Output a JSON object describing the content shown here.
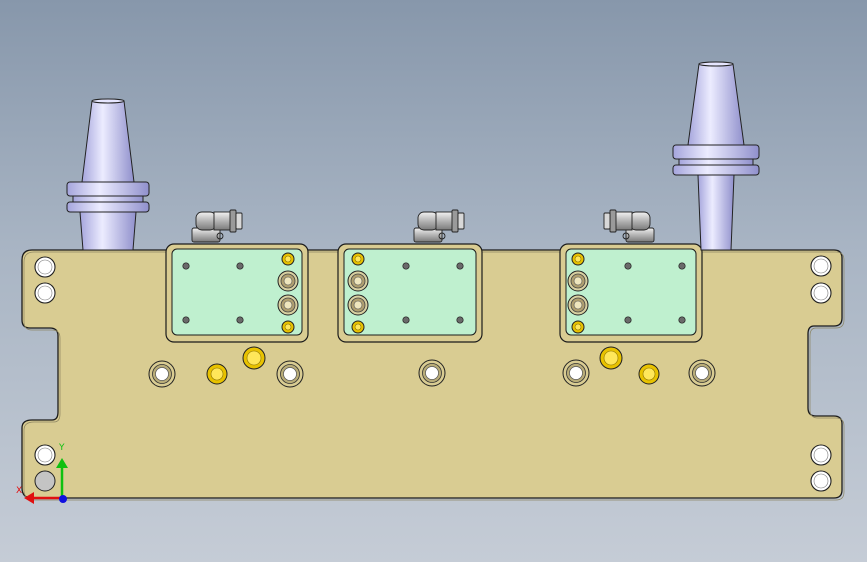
{
  "viewport": {
    "background_top": "#8797ab",
    "background_bottom": "#c5ccd6"
  },
  "model": {
    "plate_color": "#d9cc92",
    "pocket_plate_color": "#bff0cf",
    "edge_color": "#1b1b1b",
    "tool_holder_color": "#c9c9f2",
    "fitting_color": "#c8c8c8",
    "brass_color": "#e8c200",
    "counts": {
      "tool_holders": 2,
      "pocket_plates": 3,
      "elbow_fittings": 3
    }
  },
  "triad": {
    "x_label": "X",
    "y_label": "Y",
    "x_color": "#e01010",
    "y_color": "#10c010",
    "z_color": "#1010e0"
  }
}
